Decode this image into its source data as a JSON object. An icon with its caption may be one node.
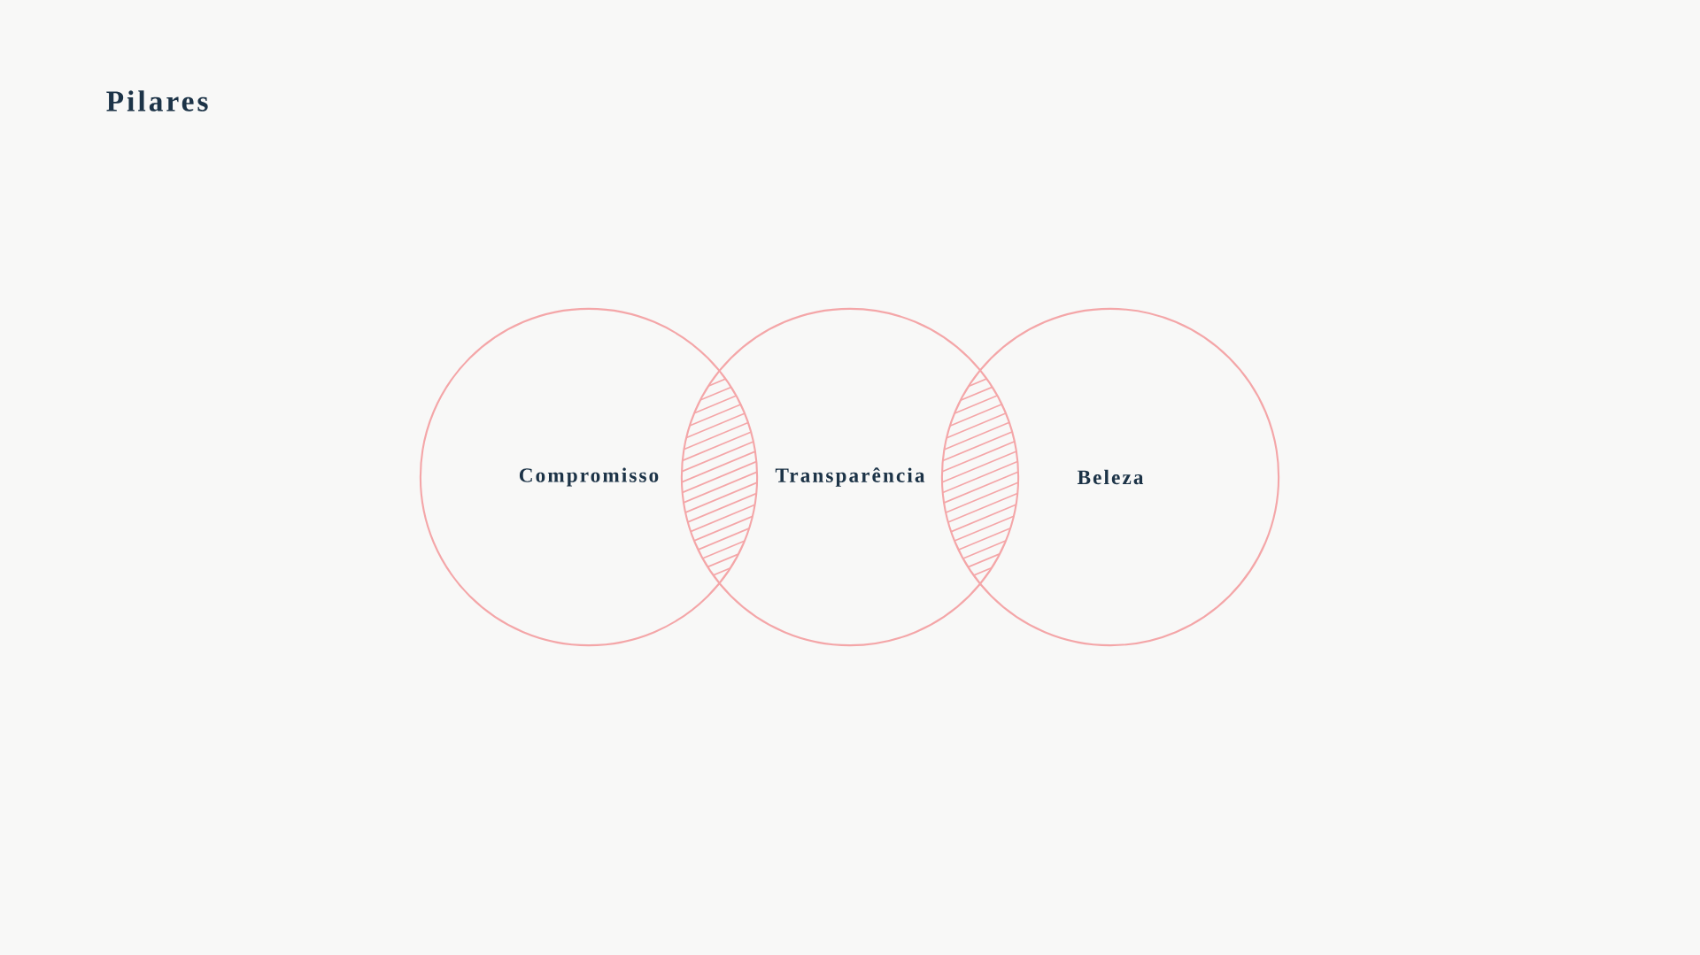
{
  "diagram": {
    "title": "Pilares",
    "nodes": [
      {
        "text": [
          "Compromisso"
        ]
      },
      {
        "text": [
          "Transparência"
        ]
      },
      {
        "text": [
          "Beleza"
        ]
      }
    ]
  }
}
